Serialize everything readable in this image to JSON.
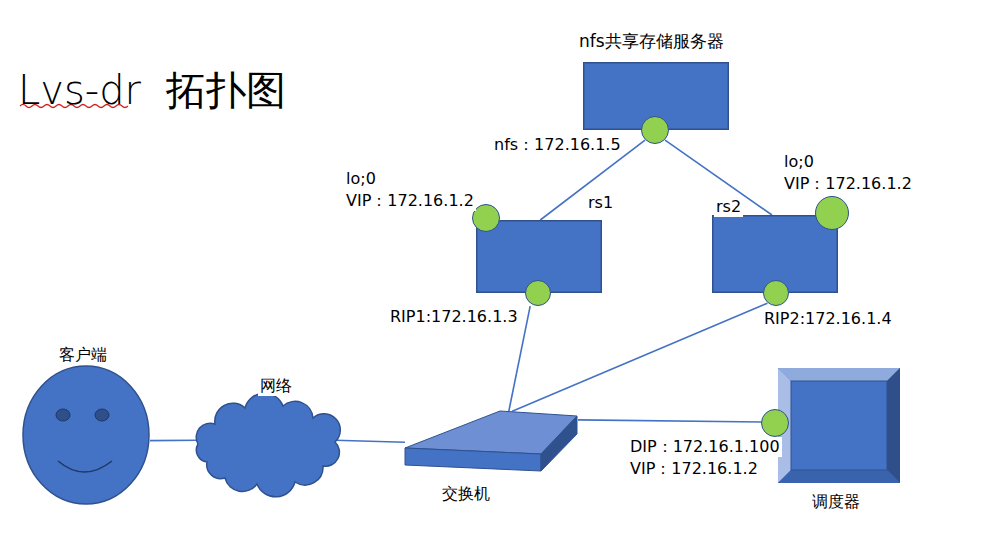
{
  "diagram": {
    "title": "Lvs-dr  拓扑图",
    "nodes": [
      {
        "text": [
          "nfs共享存储服务器",
          "nfs：172.16.1.5"
        ]
      },
      {
        "text": [
          "rs1",
          "lo;0",
          "VIP：172.16.1.2",
          "RIP1:172.16.1.3"
        ]
      },
      {
        "text": [
          "rs2",
          "lo;0",
          "VIP：172.16.1.2",
          "RIP2:172.16.1.4"
        ]
      },
      {
        "text": [
          "客户端"
        ]
      },
      {
        "text": [
          "网络"
        ]
      },
      {
        "text": [
          "交换机"
        ]
      },
      {
        "text": [
          "调度器",
          "DIP：172.16.1.100",
          "VIP：172.16.1.2"
        ]
      }
    ],
    "edges": [
      {
        "from": 3,
        "to": 4,
        "arrow": "none"
      },
      {
        "from": 4,
        "to": 5,
        "arrow": "none"
      },
      {
        "from": 5,
        "to": 6,
        "arrow": "none"
      },
      {
        "from": 5,
        "to": 1,
        "arrow": "none"
      },
      {
        "from": 5,
        "to": 2,
        "arrow": "none"
      },
      {
        "from": 1,
        "to": 0,
        "arrow": "none"
      },
      {
        "from": 2,
        "to": 0,
        "arrow": "none"
      }
    ]
  }
}
